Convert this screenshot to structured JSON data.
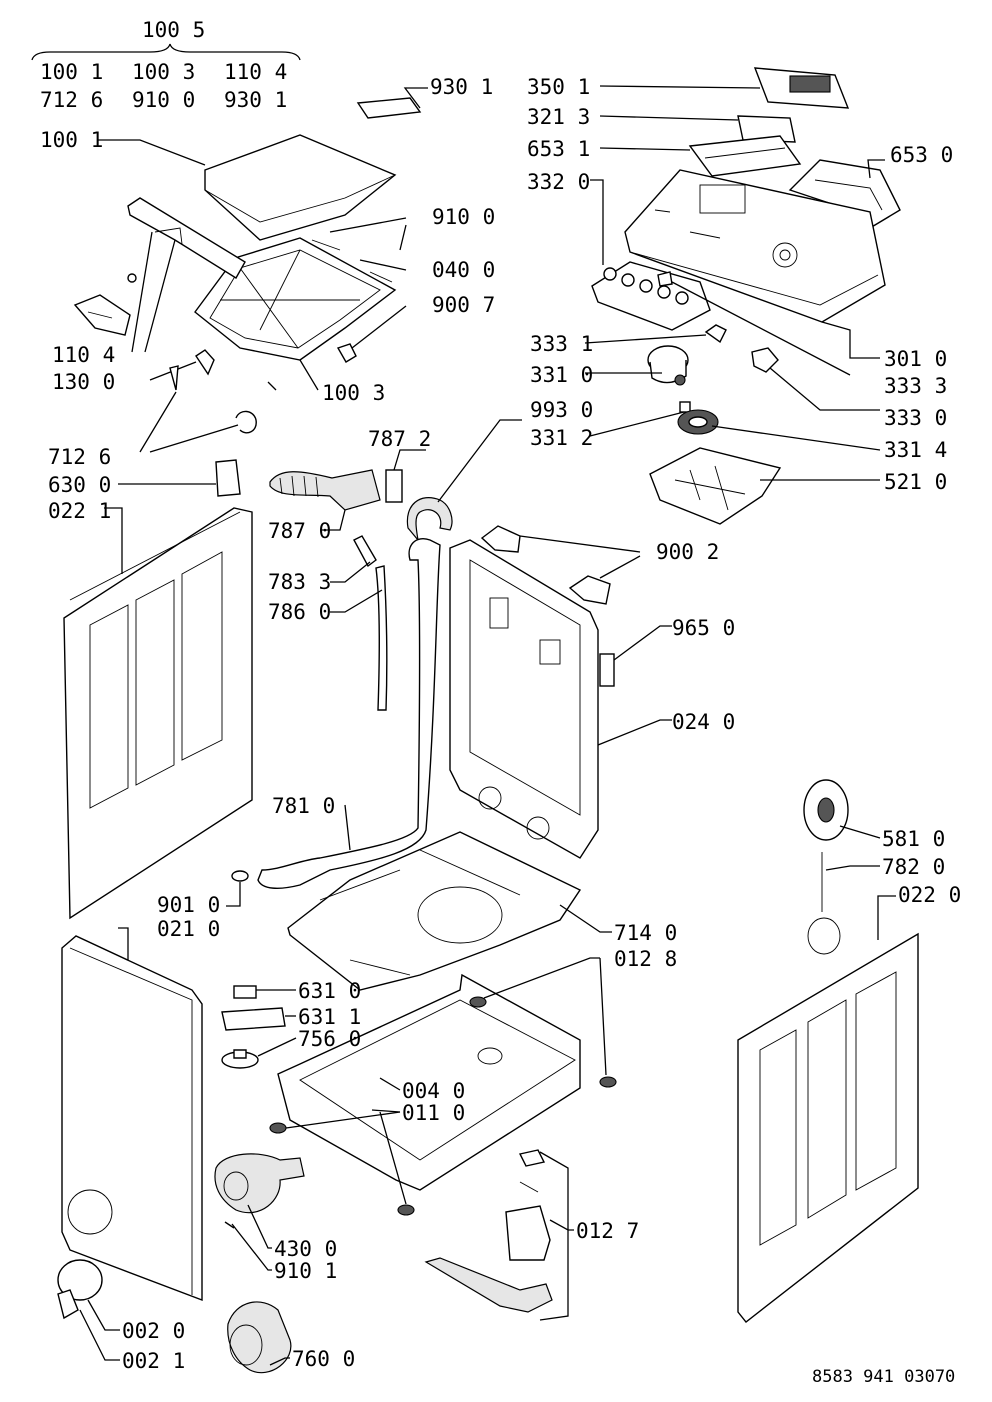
{
  "header_group": {
    "label": "100 5",
    "sub_row1": [
      "100 1",
      "100 3",
      "110 4"
    ],
    "sub_row2": [
      "712 6",
      "910 0",
      "930 1"
    ]
  },
  "labels": {
    "l9301": "930 1",
    "l1001": "100 1",
    "l9100": "910 0",
    "l0400": "040 0",
    "l9007": "900 7",
    "l1104": "110 4",
    "l1300": "130 0",
    "l1003": "100 3",
    "l7126": "712 6",
    "l6300": "630 0",
    "l0221": "022 1",
    "l7872": "787 2",
    "l7870": "787 0",
    "l7833": "783 3",
    "l7860": "786 0",
    "l9930": "993 0",
    "l3501": "350 1",
    "l3213": "321 3",
    "l6531": "653 1",
    "l6530": "653 0",
    "l3320": "332 0",
    "l3010": "301 0",
    "l3331": "333 1",
    "l3310": "331 0",
    "l3333": "333 3",
    "l3330": "333 0",
    "l3312": "331 2",
    "l3314": "331 4",
    "l5210": "521 0",
    "l9002": "900 2",
    "l9650": "965 0",
    "l0240": "024 0",
    "l7810": "781 0",
    "l5810": "581 0",
    "l7820": "782 0",
    "l0220": "022 0",
    "l9010": "901 0",
    "l0210": "021 0",
    "l7140": "714 0",
    "l0128": "012 8",
    "l6310": "631 0",
    "l6311": "631 1",
    "l7560": "756 0",
    "l0040": "004 0",
    "l0110": "011 0",
    "l4300": "430 0",
    "l9101": "910 1",
    "l0127": "012 7",
    "l0020": "002 0",
    "l0021": "002 1",
    "l7600": "760 0"
  },
  "footer_code": "8583 941 03070"
}
